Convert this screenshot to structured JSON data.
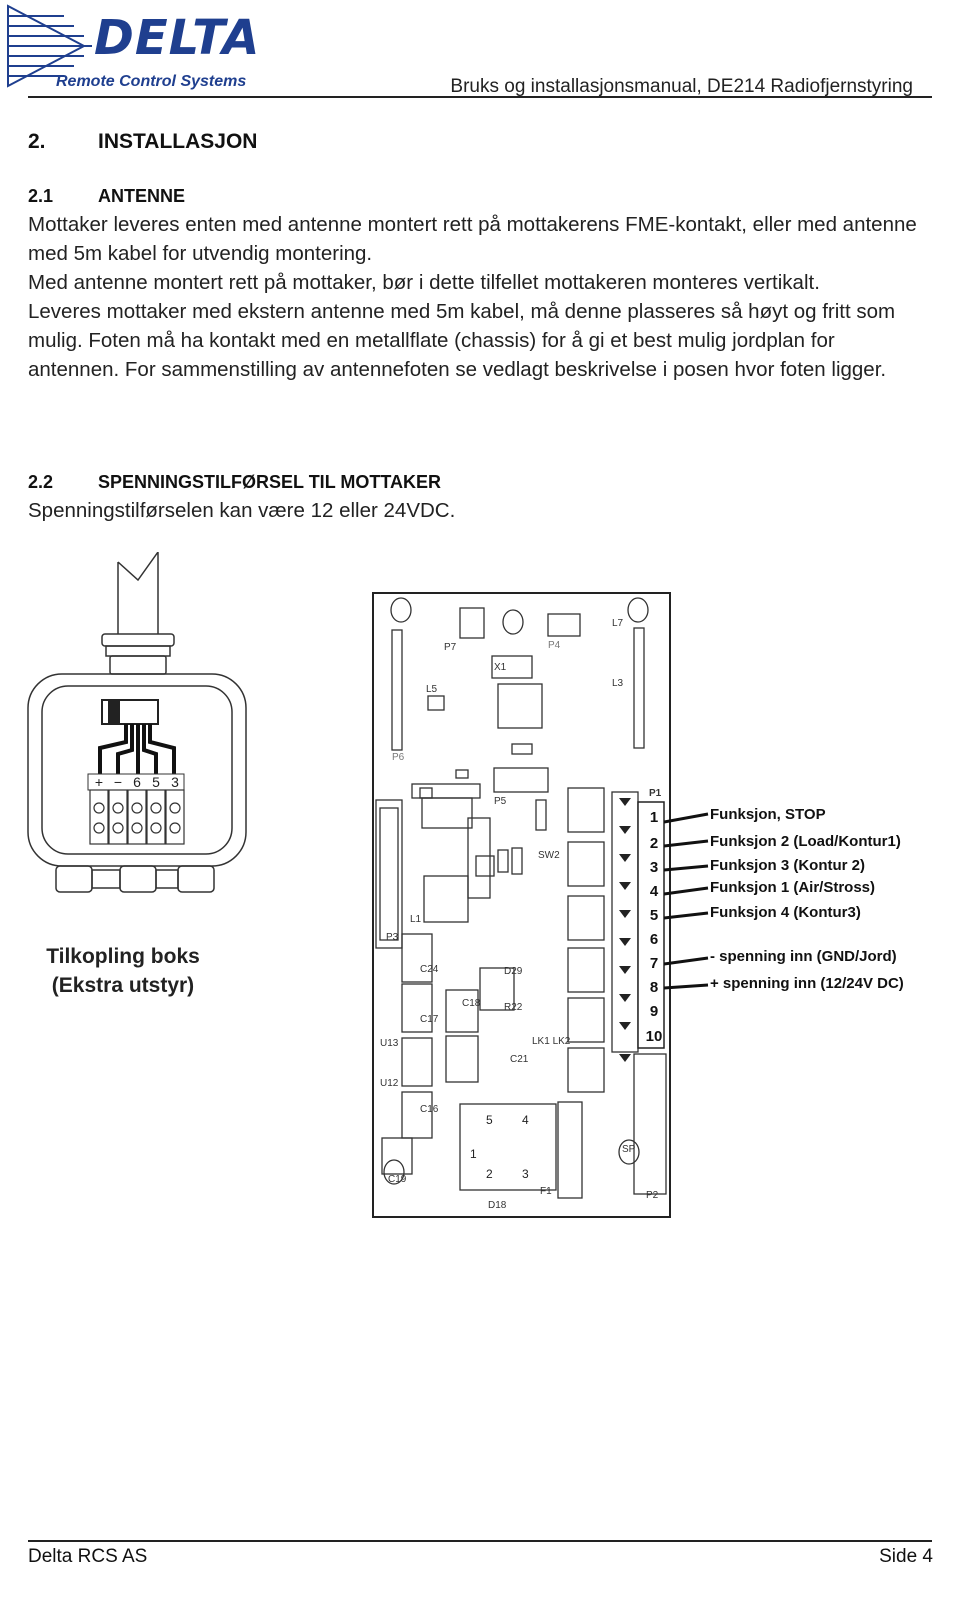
{
  "header": {
    "logo_text": "DELTA",
    "logo_subtitle": "Remote Control Systems",
    "doc_title": "Bruks og installasjonsmanual, DE214 Radiofjernstyring"
  },
  "section": {
    "number": "2.",
    "title": "INSTALLASJON"
  },
  "subsections": [
    {
      "number": "2.1",
      "title": "ANTENNE",
      "paragraphs": [
        "Mottaker leveres enten med antenne montert rett på mottakerens FME-kontakt, eller med antenne med 5m kabel for utvendig montering.",
        "Med antenne montert rett på mottaker, bør i dette tilfellet mottakeren monteres vertikalt.",
        "Leveres mottaker med ekstern antenne med 5m kabel, må denne plasseres så høyt og fritt som mulig. Foten må ha kontakt med en metallflate (chassis) for å gi et best mulig jordplan for antennen. For sammenstilling av antennefoten se vedlagt beskrivelse i posen hvor foten ligger."
      ]
    },
    {
      "number": "2.2",
      "title": "SPENNINGSTILFØRSEL TIL MOTTAKER",
      "paragraphs": [
        "Spenningstilførselen kan være 12 eller  24VDC."
      ]
    }
  ],
  "junction_box": {
    "caption_line1": "Tilkopling boks",
    "caption_line2": "(Ekstra utstyr)",
    "terminals": [
      "+",
      "−",
      "6",
      "5",
      "3"
    ]
  },
  "pcb": {
    "connector": "P1",
    "pins": [
      "1",
      "2",
      "3",
      "4",
      "5",
      "6",
      "7",
      "8",
      "9",
      "10"
    ],
    "functions": [
      "Funksjon, STOP",
      "Funksjon 2 (Load/Kontur1)",
      "Funksjon 3 (Kontur 2)",
      "Funksjon 1 (Air/Stross)",
      "Funksjon 4 (Kontur3)",
      "- spenning inn (GND/Jord)",
      "+ spenning inn (12/24V DC)"
    ],
    "labels": {
      "p7": "P7",
      "p4": "P4",
      "p5": "P5",
      "p3": "P3",
      "p2": "P2",
      "p6": "P6",
      "f1": "F1",
      "x1": "X1",
      "l7": "L7",
      "l3": "L3",
      "l5": "L5",
      "l1": "L1",
      "sw2": "SW2",
      "c24": "C24",
      "c17": "C17",
      "c18": "C18",
      "c16": "C16",
      "c19": "C19",
      "r22": "R22",
      "lk": "LK1 LK2",
      "u13": "U13",
      "u12": "U12",
      "c21": "C21",
      "d18": "D18",
      "d29": "D29",
      "sp": "SP"
    },
    "relay_pins": [
      "5",
      "4",
      "1",
      "2",
      "3"
    ]
  },
  "footer": {
    "left": "Delta RCS AS",
    "right": "Side 4"
  }
}
